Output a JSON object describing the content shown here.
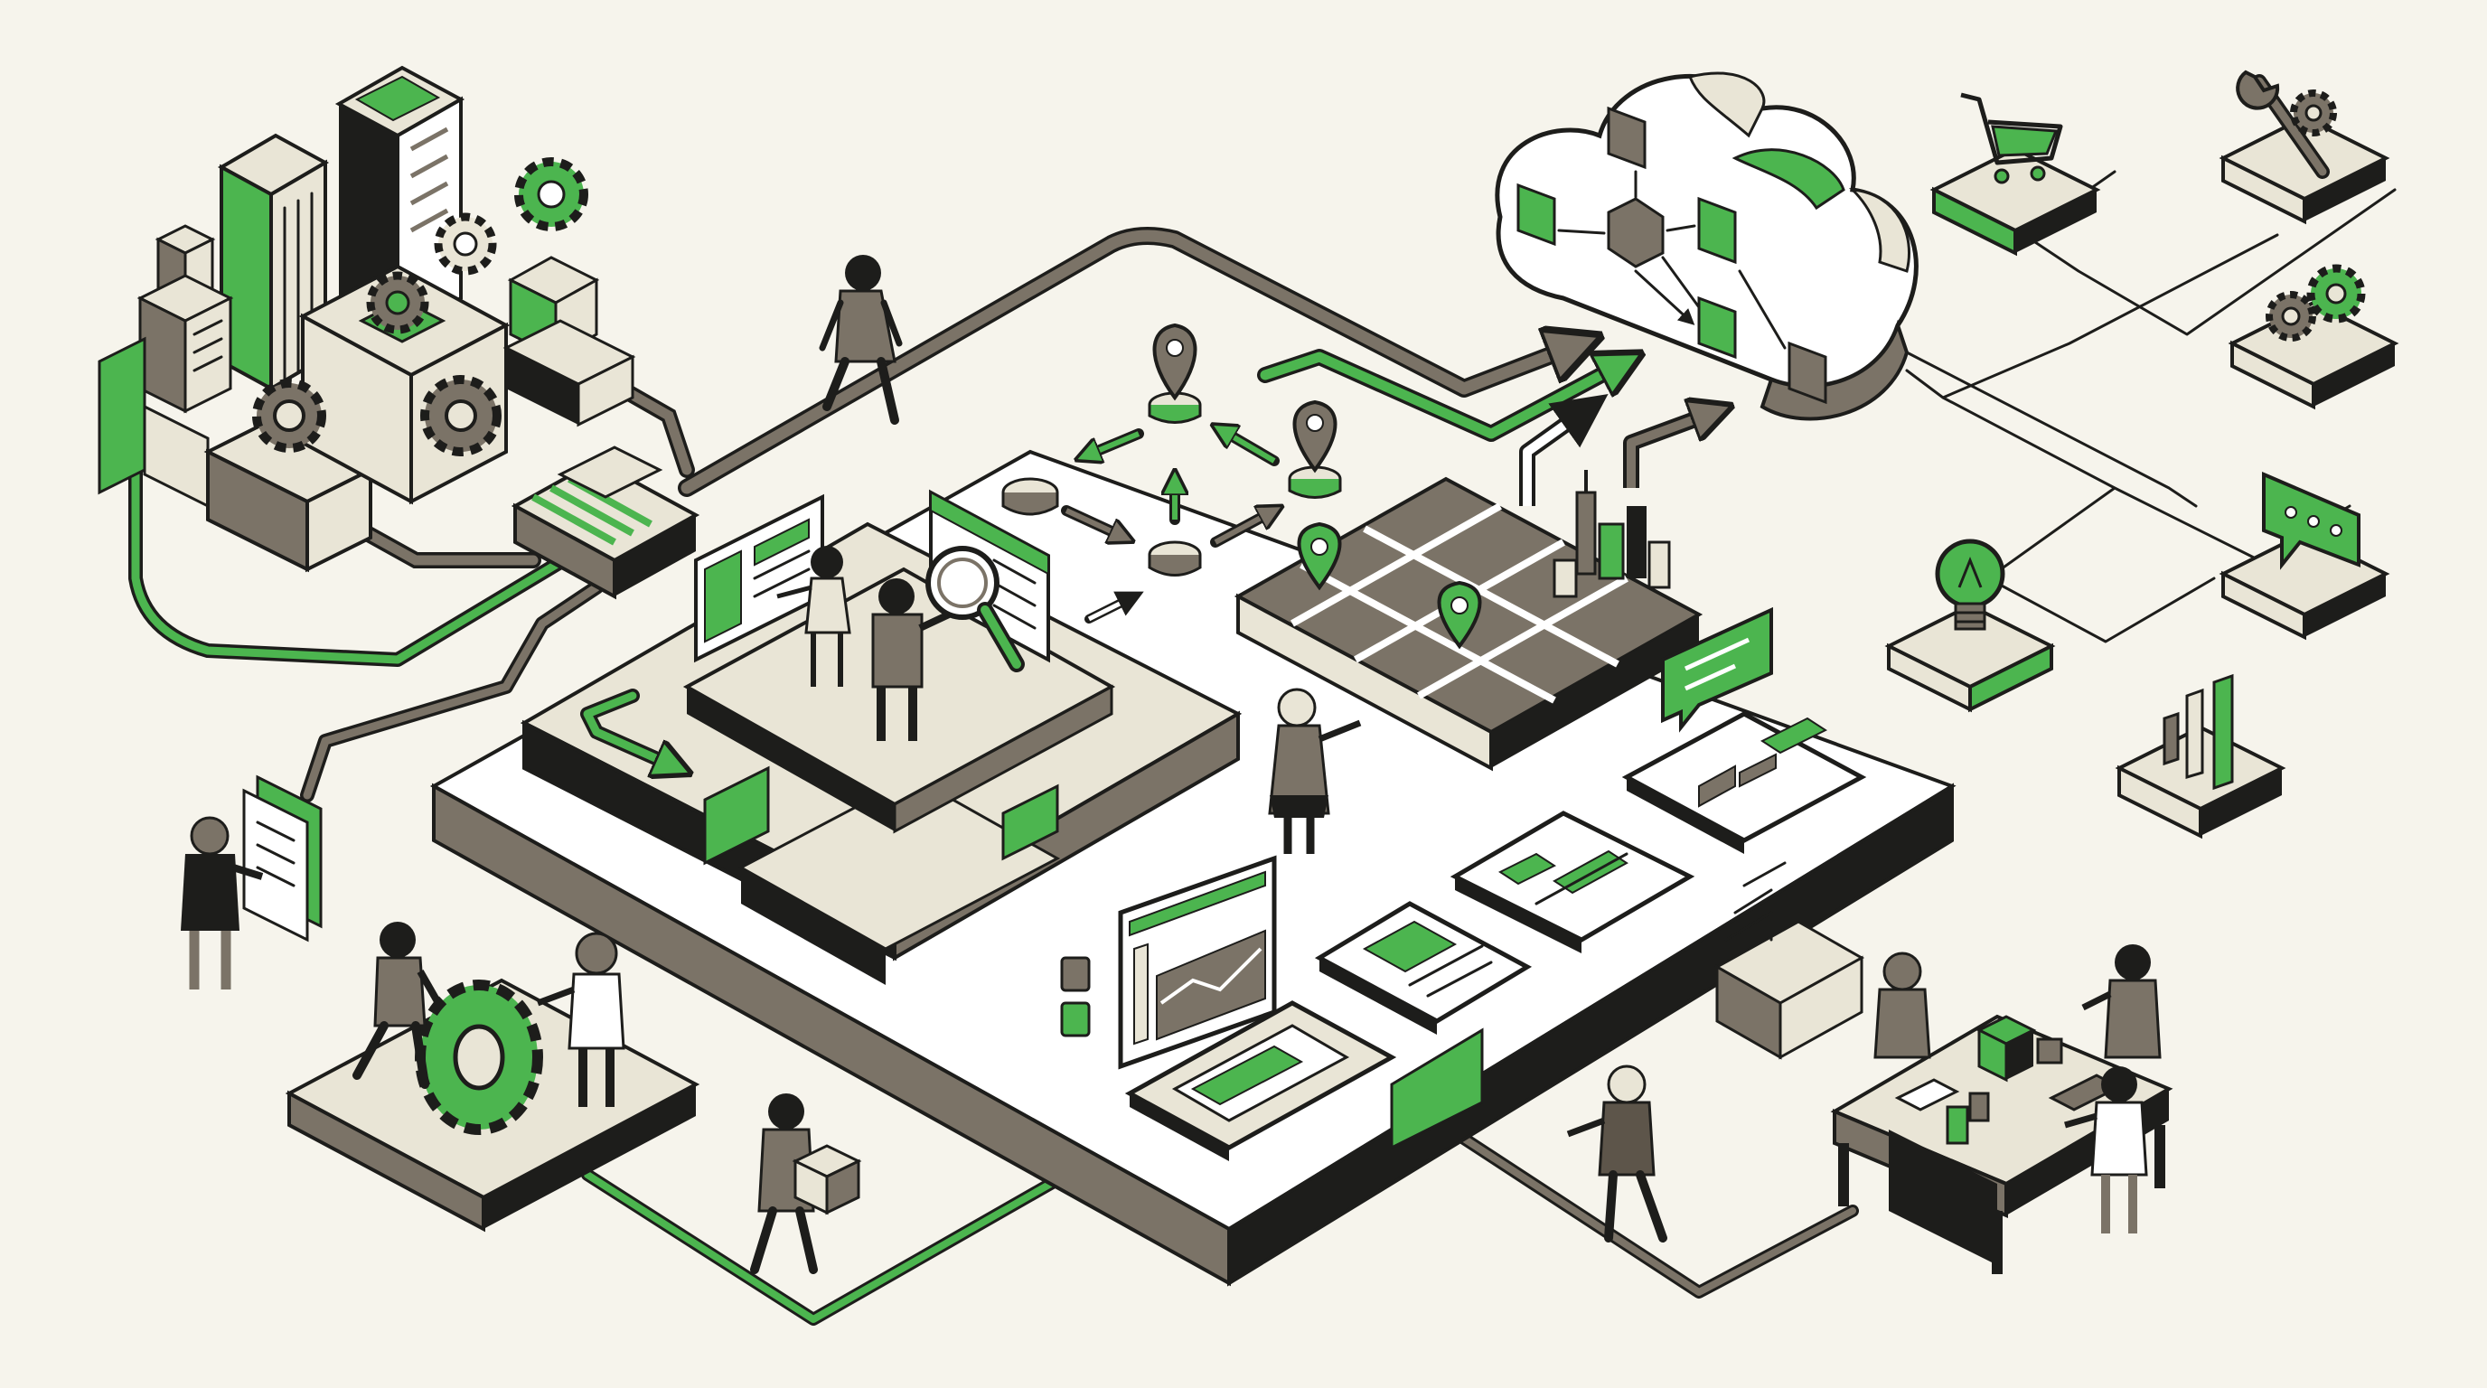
{
  "colors": {
    "background": "#f6f4ec",
    "green": "#4cb54f",
    "brown": "#7b7367",
    "dark_brown": "#5d554a",
    "cream": "#e9e5d6",
    "ink": "#1d1d1b",
    "white": "#ffffff"
  },
  "illustration": {
    "style": "isometric line art",
    "regions": [
      {
        "id": "city-factory",
        "icon": "factory-gear-icon"
      },
      {
        "id": "analysis-platform",
        "icon": "magnifier-icon"
      },
      {
        "id": "location-network",
        "icon": "map-pin-icon"
      },
      {
        "id": "city-map",
        "icon": "map-icon"
      },
      {
        "id": "cloud-workflow",
        "icon": "cloud-icon"
      },
      {
        "id": "device-dashboards",
        "icon": "tablet-icon"
      },
      {
        "id": "gear-teamwork",
        "icon": "gear-icon"
      },
      {
        "id": "delivery-worker",
        "icon": "package-icon"
      },
      {
        "id": "collaboration-table",
        "icon": "table-icon"
      }
    ],
    "service_tiles": [
      {
        "id": "shopping",
        "icon": "cart-icon"
      },
      {
        "id": "tools",
        "icon": "wrench-gear-icon"
      },
      {
        "id": "settings",
        "icon": "gears-icon"
      },
      {
        "id": "messages",
        "icon": "chat-bubble-icon"
      },
      {
        "id": "ideas",
        "icon": "lightbulb-icon"
      },
      {
        "id": "analytics",
        "icon": "bar-chart-icon"
      }
    ]
  }
}
